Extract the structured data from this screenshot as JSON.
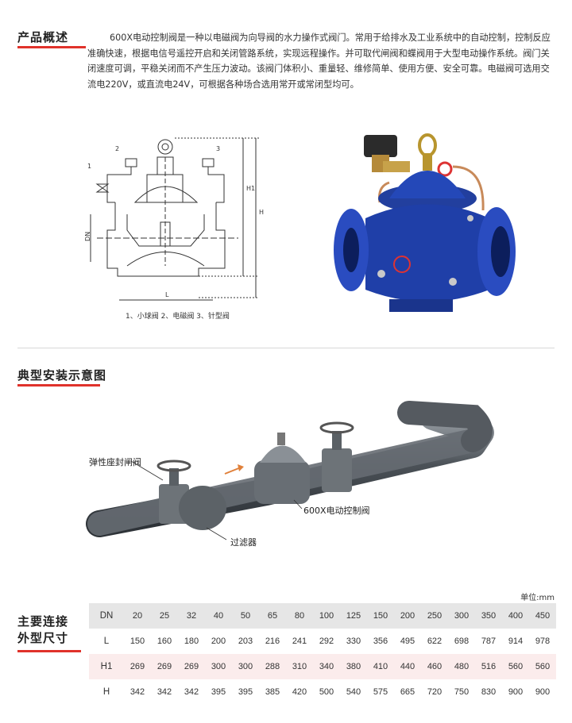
{
  "overview": {
    "title": "产品概述",
    "text": "600X电动控制阀是一种以电磁阀为向导阀的水力操作式阀门。常用于给排水及工业系统中的自动控制，控制反应准确快速，根据电信号遥控开启和关闭管路系统，实现远程操作。并可取代闸阀和蝶阀用于大型电动操作系统。阀门关闭速度可调，平稳关闭而不产生压力波动。该阀门体积小、重量轻、维修简单、使用方便、安全可靠。电磁阀可选用交流电220V，或直流电24V，可根据各种场合选用常开或常闭型均可。"
  },
  "drawing": {
    "labels": [
      "1",
      "2",
      "3",
      "DN",
      "L",
      "H1",
      "H"
    ],
    "caption": "1、小球阀 2、电磁阀 3、针型阀"
  },
  "install": {
    "title": "典型安装示意图",
    "gate_valve": "弹性座封闸阀",
    "control_valve": "600X电动控制阀",
    "filter": "过滤器"
  },
  "dimensions": {
    "title_line1": "主要连接",
    "title_line2": "外型尺寸",
    "unit": "单位:mm",
    "rows": [
      {
        "head": "DN",
        "values": [
          "20",
          "25",
          "32",
          "40",
          "50",
          "65",
          "80",
          "100",
          "125",
          "150",
          "200",
          "250",
          "300",
          "350",
          "400",
          "450"
        ]
      },
      {
        "head": "L",
        "values": [
          "150",
          "160",
          "180",
          "200",
          "203",
          "216",
          "241",
          "292",
          "330",
          "356",
          "495",
          "622",
          "698",
          "787",
          "914",
          "978"
        ]
      },
      {
        "head": "H1",
        "values": [
          "269",
          "269",
          "269",
          "300",
          "300",
          "288",
          "310",
          "340",
          "380",
          "410",
          "440",
          "460",
          "480",
          "516",
          "560",
          "560"
        ]
      },
      {
        "head": "H",
        "values": [
          "342",
          "342",
          "342",
          "395",
          "395",
          "385",
          "420",
          "500",
          "540",
          "575",
          "665",
          "720",
          "750",
          "830",
          "900",
          "900"
        ]
      }
    ]
  },
  "colors": {
    "accent": "#e0322b",
    "valve_blue": "#1f3fa8",
    "pipe": "#555a60"
  }
}
